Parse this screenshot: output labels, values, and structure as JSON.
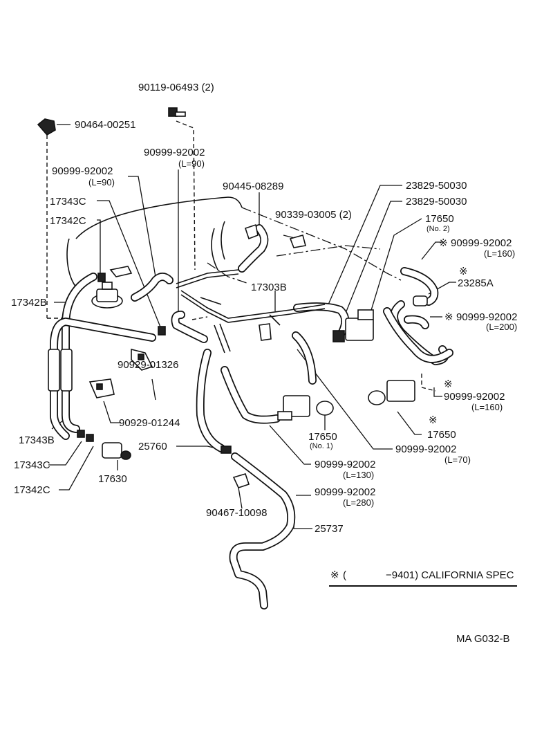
{
  "labels": {
    "p9011906493": "90119-06493 (2)",
    "p9046400251": "90464-00251",
    "p9099992002_top": "90999-92002",
    "p9099992002_top_len": "(L=90)",
    "p9099992002_left": "90999-92002",
    "p9099992002_left_len": "(L=90)",
    "p9044508289": "90445-08289",
    "p2382950030_a": "23829-50030",
    "p2382950030_b": "23829-50030",
    "p9033903005": "90339-03005 (2)",
    "p17343C_top": "17343C",
    "p17342C_top": "17342C",
    "p17650_no2": "17650",
    "p17650_no2_sub": "(No. 2)",
    "p9099992002_r160": "90999-92002",
    "p9099992002_r160_len": "(L=160)",
    "p23285A": "23285A",
    "p17303B": "17303B",
    "p17342B": "17342B",
    "p9099992002_r200": "90999-92002",
    "p9099992002_r200_len": "(L=200)",
    "p9092901326": "90929-01326",
    "p9099992002_rb160": "90999-92002",
    "p9099992002_rb160_len": "(L=160)",
    "p9092901244": "90929-01244",
    "p17343B": "17343B",
    "p17650_r": "17650",
    "p17650_no1": "17650",
    "p17650_no1_sub": "(No. 1)",
    "p9099992002_70": "90999-92002",
    "p9099992002_70_len": "(L=70)",
    "p25760": "25760",
    "p17343C_bot": "17343C",
    "p9099992002_130": "90999-92002",
    "p9099992002_130_len": "(L=130)",
    "p17630": "17630",
    "p17342C_bot": "17342C",
    "p9099992002_280": "90999-92002",
    "p9099992002_280_len": "(L=280)",
    "p9046710098": "90467-10098",
    "p25737": "25737"
  },
  "asterisk": "※",
  "note": {
    "open": "(",
    "text": "−9401) CALIFORNIA SPEC"
  },
  "figure_code": "MA G032-B"
}
